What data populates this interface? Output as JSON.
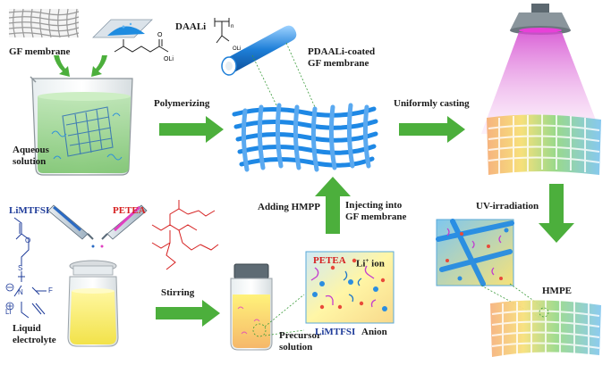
{
  "labels": {
    "gf_membrane": "GF membrane",
    "daali": "DAALi",
    "pdaali_line1": "PDAALi-coated",
    "pdaali_line2": "GF membrane",
    "aqueous_line1": "Aqueous",
    "aqueous_line2": "solution",
    "polymerizing": "Polymerizing",
    "uniformly_casting": "Uniformly casting",
    "adding_hmpp": "Adding HMPP",
    "injecting_line1": "Injecting into",
    "injecting_line2": "GF membrane",
    "uv_irradiation": "UV-irradiation",
    "limtfsi_top": "LiMTFSI",
    "petea_top": "PETEA",
    "stirring": "Stirring",
    "liquid_line1": "Liquid",
    "liquid_line2": "electrolyte",
    "precursor_line1": "Precursor",
    "precursor_line2": "solution",
    "petea_inset": "PETEA",
    "li_ion": "Li",
    "li_ion_sup": "+",
    "li_ion_suffix": " ion",
    "limtfsi_inset": "LiMTFSI",
    "anion": "Anion",
    "hmpe": "HMPE"
  },
  "chem": {
    "daali_ome": "OLi",
    "daali_o": "O",
    "limtfsi_li": "Li",
    "limtfsi_s": "S",
    "limtfsi_n": "N",
    "limtfsi_f": "F",
    "limtfsi_o": "O",
    "pdaali_n": "n",
    "pdaali_oli": "OLi",
    "pdaali_o": "O"
  },
  "colors": {
    "arrow": "#4caf3c",
    "label_blue": "#1f3c9a",
    "label_red": "#d62020",
    "fiber": "#1e88e5",
    "uv_beam": "#e48ee0"
  }
}
